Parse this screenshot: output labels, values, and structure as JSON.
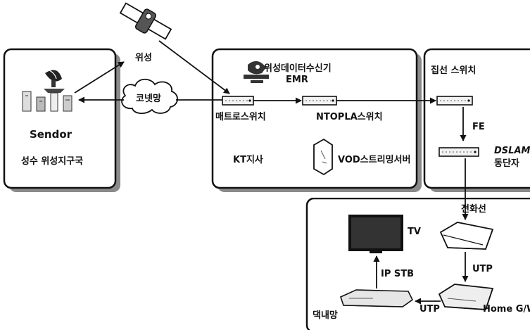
{
  "nodes": {
    "satellite": "위성",
    "sendor": "Sendor",
    "station": "성수 위성지구국",
    "koreanet": "코넷망",
    "receiver_line1": "위성데이터수신기",
    "receiver_line2": "EMR",
    "matrix_switch": "매트로스위치",
    "ntopla_switch": "NTOPLA스위치",
    "kt_branch": "KT지사",
    "vod_server": "VOD스트리밍서버",
    "agg_switch": "집선 스위치",
    "fe": "FE",
    "dslam_line1": "DSLAM",
    "dslam_line2": "동단자",
    "phone_line": "전화선",
    "tv": "TV",
    "ip_stb": "IP STB",
    "utp_down": "UTP",
    "utp_left": "UTP",
    "home_gw": "Home G/W",
    "home_net": "댁내망"
  }
}
